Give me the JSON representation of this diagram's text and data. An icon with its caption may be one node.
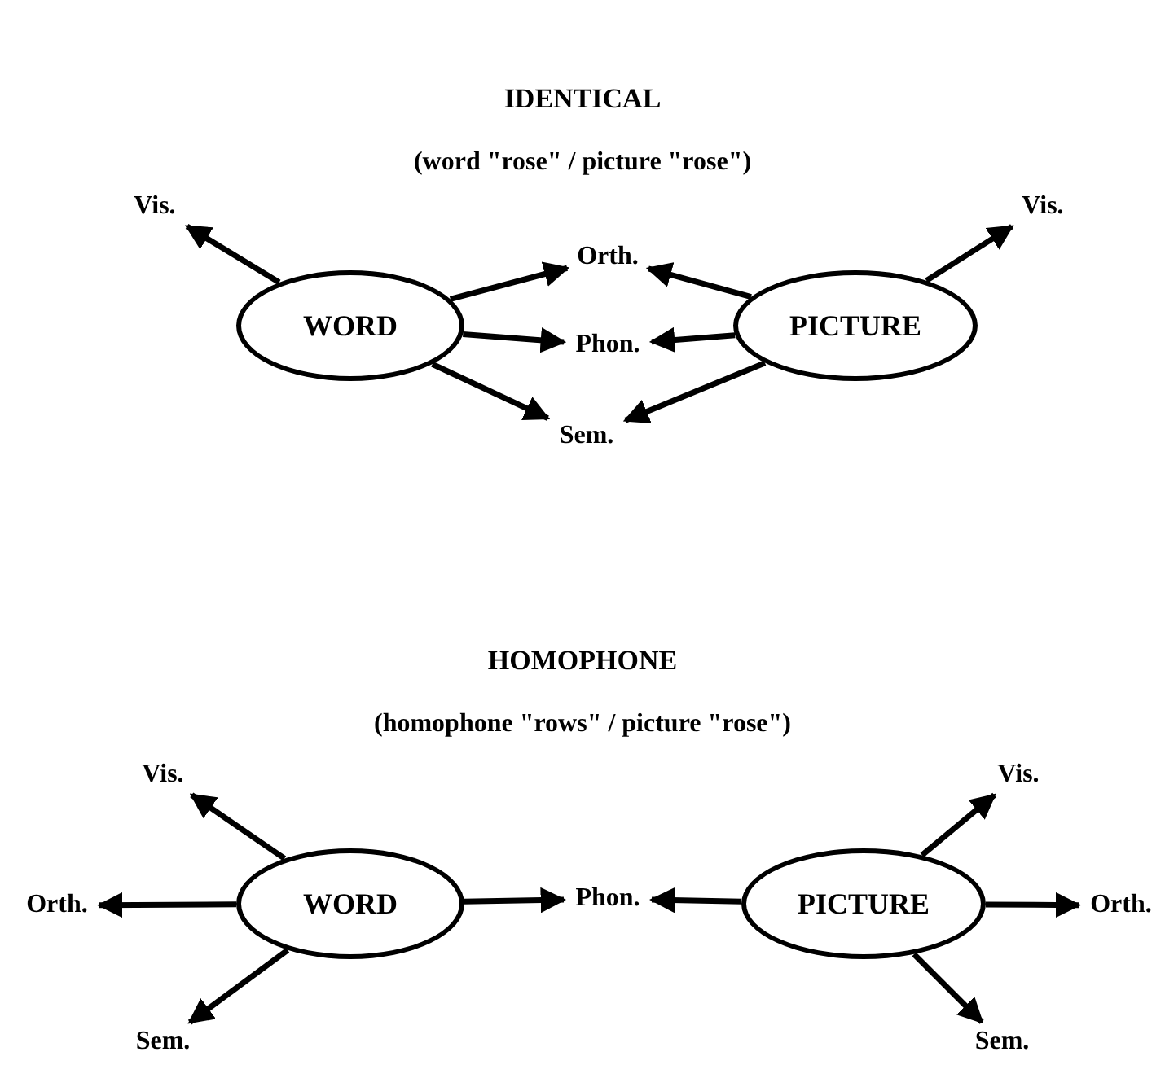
{
  "diagram": {
    "nodes": [
      {
        "text": [
          "WORD"
        ]
      },
      {
        "text": [
          "PICTURE"
        ]
      },
      {
        "text": [
          "Vis."
        ]
      },
      {
        "text": [
          "Orth."
        ]
      },
      {
        "text": [
          "Phon."
        ]
      },
      {
        "text": [
          "Sem."
        ]
      },
      {
        "text": [
          "Vis."
        ]
      },
      {
        "text": [
          "WORD"
        ]
      },
      {
        "text": [
          "PICTURE"
        ]
      },
      {
        "text": [
          "Vis."
        ]
      },
      {
        "text": [
          "Orth."
        ]
      },
      {
        "text": [
          "Sem."
        ]
      },
      {
        "text": [
          "Phon."
        ]
      },
      {
        "text": [
          "Vis."
        ]
      },
      {
        "text": [
          "Orth."
        ]
      },
      {
        "text": [
          "Sem."
        ]
      }
    ],
    "edges": [
      {
        "from": 0,
        "to": 2,
        "arrow": "to"
      },
      {
        "from": 0,
        "to": 3,
        "arrow": "to"
      },
      {
        "from": 0,
        "to": 4,
        "arrow": "to"
      },
      {
        "from": 0,
        "to": 5,
        "arrow": "to"
      },
      {
        "from": 1,
        "to": 3,
        "arrow": "to"
      },
      {
        "from": 1,
        "to": 4,
        "arrow": "to"
      },
      {
        "from": 1,
        "to": 5,
        "arrow": "to"
      },
      {
        "from": 1,
        "to": 6,
        "arrow": "to"
      },
      {
        "from": 7,
        "to": 9,
        "arrow": "to"
      },
      {
        "from": 7,
        "to": 10,
        "arrow": "to"
      },
      {
        "from": 7,
        "to": 11,
        "arrow": "to"
      },
      {
        "from": 7,
        "to": 12,
        "arrow": "to"
      },
      {
        "from": 8,
        "to": 12,
        "arrow": "to"
      },
      {
        "from": 8,
        "to": 13,
        "arrow": "to"
      },
      {
        "from": 8,
        "to": 14,
        "arrow": "to"
      },
      {
        "from": 8,
        "to": 15,
        "arrow": "to"
      }
    ],
    "labels": [
      "IDENTICAL",
      "(word \"rose\" / picture \"rose\")",
      "HOMOPHONE",
      "(homophone \"rows\" / picture \"rose\")"
    ]
  }
}
